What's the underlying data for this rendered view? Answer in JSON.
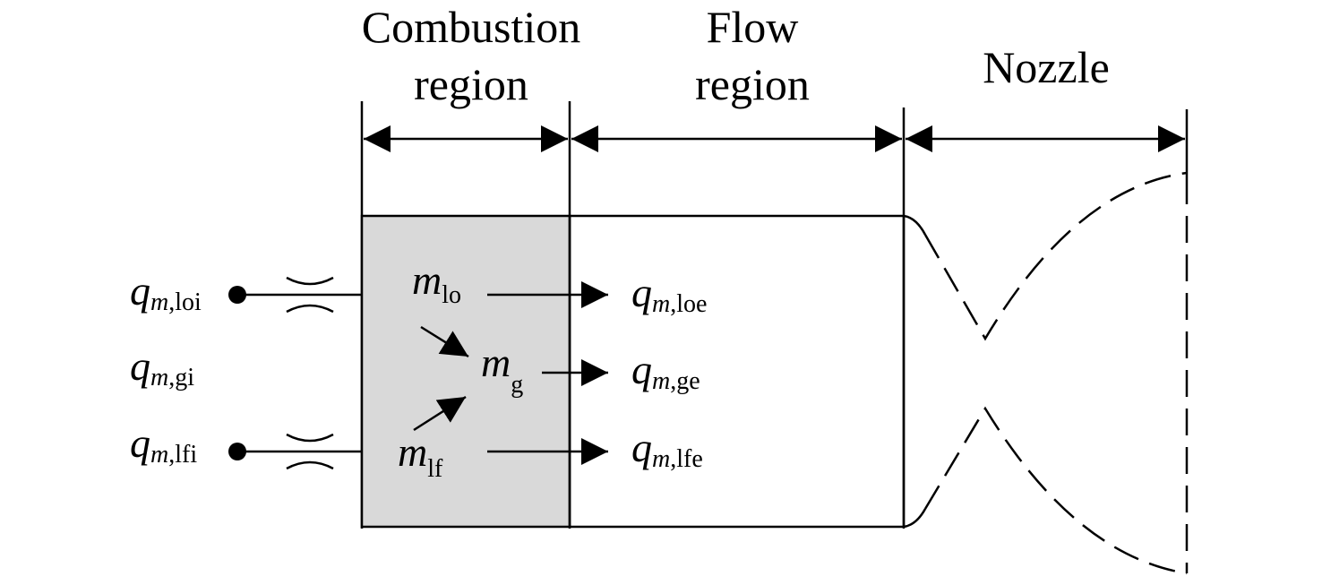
{
  "headers": {
    "combustion_line1": "Combustion",
    "combustion_line2": "region",
    "flow_line1": "Flow",
    "flow_line2": "region",
    "nozzle": "Nozzle"
  },
  "inlets": {
    "loi": {
      "base": "q",
      "sub_italic": "m",
      "sub": ",loi"
    },
    "gi": {
      "base": "q",
      "sub_italic": "m",
      "sub": ",gi"
    },
    "lfi": {
      "base": "q",
      "sub_italic": "m",
      "sub": ",lfi"
    }
  },
  "masses": {
    "lo": {
      "base": "m",
      "sub": "lo"
    },
    "g": {
      "base": "m",
      "sub": "g"
    },
    "lf": {
      "base": "m",
      "sub": "lf"
    }
  },
  "outlets": {
    "loe": {
      "base": "q",
      "sub_italic": "m",
      "sub": ",loe"
    },
    "ge": {
      "base": "q",
      "sub_italic": "m",
      "sub": ",ge"
    },
    "lfe": {
      "base": "q",
      "sub_italic": "m",
      "sub": ",lfe"
    }
  },
  "colors": {
    "stroke": "#000000",
    "combustion_fill": "#d9d9d9",
    "background": "#ffffff"
  }
}
